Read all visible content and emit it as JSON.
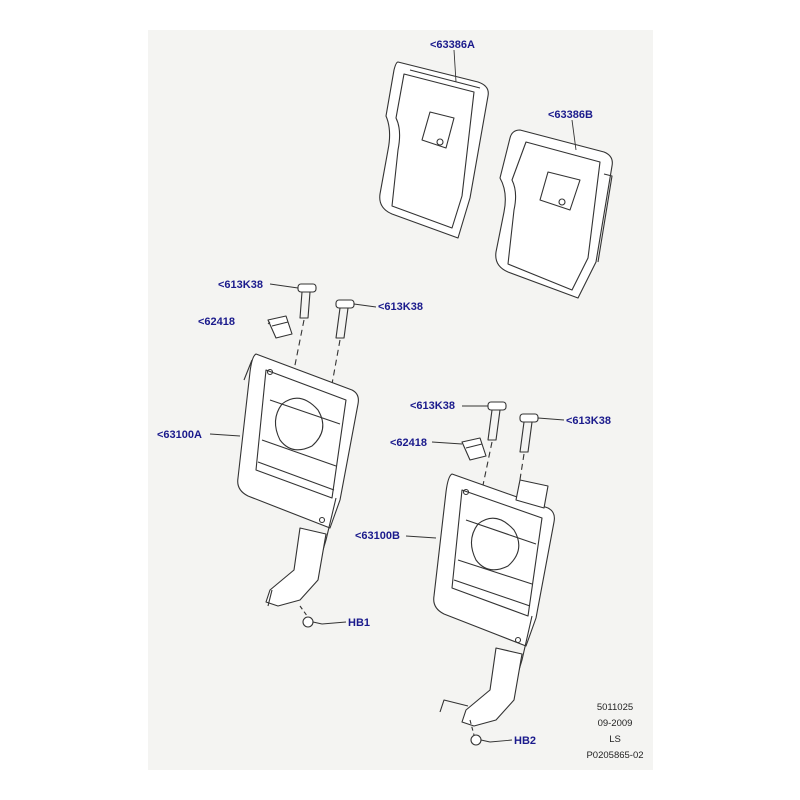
{
  "callouts": {
    "cover_a": "<63386A",
    "cover_b": "<63386B",
    "bolt_left_1": "<613K38",
    "bolt_left_2": "<613K38",
    "clip_left": "<62418",
    "frame_a": "<63100A",
    "bolt_right_1": "<613K38",
    "bolt_right_2": "<613K38",
    "clip_right": "<62418",
    "frame_b": "<63100B",
    "hb1": "HB1",
    "hb2": "HB2"
  },
  "stamp": {
    "line1": "5011025",
    "line2": "09-2009",
    "line3": "LS",
    "line4": "P0205865-02"
  },
  "colors": {
    "callout": "#1a1a8c",
    "panel": "#f4f4f2",
    "lines": "#333333"
  }
}
